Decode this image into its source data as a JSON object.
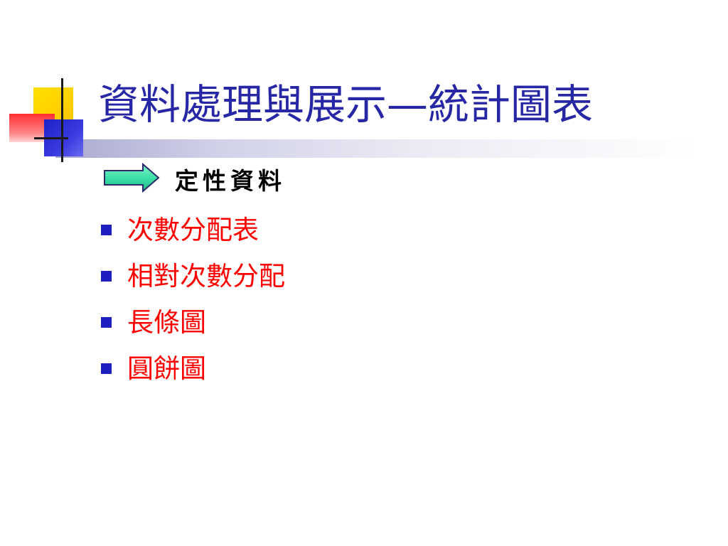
{
  "slide": {
    "title": "資料處理與展示—統計圖表",
    "subheading": "定性資料",
    "bullets": [
      {
        "text": "次數分配表"
      },
      {
        "text": "相對次數分配"
      },
      {
        "text": "長條圖"
      },
      {
        "text": "圓餅圖"
      }
    ]
  },
  "colors": {
    "title": "#2727a6",
    "bullet_text": "#ff0000",
    "bullet_marker": "#1f1fbf",
    "arrow_fill": "#3ee0a8",
    "arrow_stroke": "#2a2a6a",
    "deco_yellow": "#ffd400",
    "deco_red": "#ff3030",
    "deco_blue": "#2a2ad0"
  },
  "icons": {
    "arrow": "right-arrow-icon",
    "bullet": "square-bullet-icon"
  }
}
